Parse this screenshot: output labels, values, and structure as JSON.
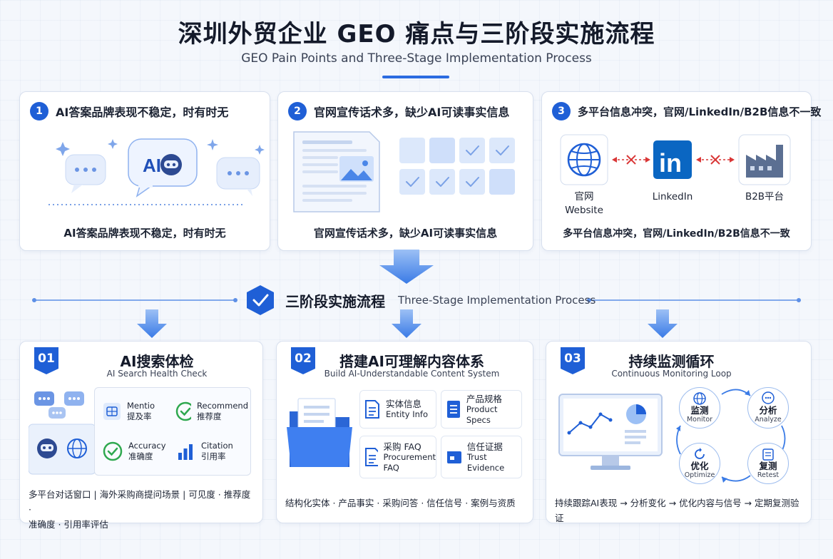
{
  "header": {
    "title": "深圳外贸企业 GEO 痛点与三阶段实施流程",
    "subtitle": "GEO Pain Points and Three-Stage Implementation Process"
  },
  "pain_points": [
    {
      "num": "1",
      "title": "AI答案品牌表现不稳定，时有时无",
      "caption": "AI答案品牌表现不稳定，时有时无",
      "ai_label": "AI"
    },
    {
      "num": "2",
      "title": "官网宣传话术多，缺少AI可读事实信息",
      "caption": "官网宣传话术多，缺少AI可读事实信息"
    },
    {
      "num": "3",
      "title": "多平台信息冲突，官网/LinkedIn/B2B信息不一致",
      "caption": "多平台信息冲突，官网/LinkedIn/B2B信息不一致",
      "platforms": [
        {
          "zh": "官网",
          "en": "Website"
        },
        {
          "zh": "LinkedIn",
          "en": ""
        },
        {
          "zh": "B2B平台",
          "en": ""
        }
      ],
      "linkedin_logo": "in"
    }
  ],
  "process": {
    "title": "三阶段实施流程",
    "subtitle": "Three-Stage Implementation Process"
  },
  "stages": [
    {
      "num": "01",
      "title": "AI搜索体检",
      "subtitle": "AI Search Health Check",
      "metrics": [
        {
          "en": "Mentio",
          "zh": "提及率"
        },
        {
          "en": "Recommend",
          "zh": "推荐度"
        },
        {
          "en": "Accuracy",
          "zh": "准确度"
        },
        {
          "en": "Citation",
          "zh": "引用率"
        }
      ],
      "footer_line1": "多平台对话窗口 | 海外采购商提问场景 | 可见度 · 推荐度 ·",
      "footer_line2": "准确度 · 引用率评估"
    },
    {
      "num": "02",
      "title": "搭建AI可理解内容体系",
      "subtitle": "Build AI-Understandable Content System",
      "tiles": [
        {
          "zh": "实体信息",
          "en": "Entity Info"
        },
        {
          "zh": "产品规格",
          "en": "Product Specs"
        },
        {
          "zh": "采购 FAQ",
          "en": "Procurement",
          "en2": "FAQ"
        },
        {
          "zh": "信任证据",
          "en": "Trust Evidence"
        }
      ],
      "footer": "结构化实体 · 产品事实 · 采购问答 · 信任信号 · 案例与资质"
    },
    {
      "num": "03",
      "title": "持续监测循环",
      "subtitle": "Continuous Monitoring Loop",
      "loop": [
        {
          "zh": "监测",
          "en": "Monitor"
        },
        {
          "zh": "分析",
          "en": "Analyze"
        },
        {
          "zh": "复测",
          "en": "Retest"
        },
        {
          "zh": "优化",
          "en": "Optimize"
        }
      ],
      "footer": "持续跟踪AI表现 → 分析变化 → 优化内容与信号 → 定期复测验证"
    }
  ],
  "colors": {
    "primary": "#1f5fd6",
    "accent": "#2b6be0",
    "light": "#dce8fb",
    "conflict": "#d93636"
  }
}
